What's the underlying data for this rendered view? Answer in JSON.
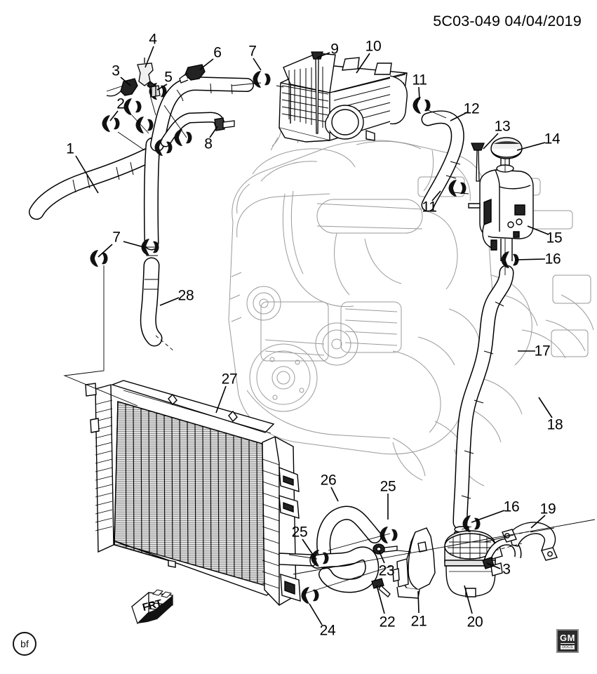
{
  "sheet": {
    "drawing_id": "5C03-049  04/04/2019",
    "revision_mark": "bf",
    "orientation_label": "FRT",
    "logo": {
      "brand": "GM",
      "sub": "DOCS"
    }
  },
  "callouts": [
    {
      "label": "1",
      "part": "radiator-inlet-hose"
    },
    {
      "label": "2",
      "part": "hose-clamp"
    },
    {
      "label": "3",
      "part": "retainer-clip"
    },
    {
      "label": "4",
      "part": "coolant-bleed-fitting"
    },
    {
      "label": "5",
      "part": "hose-clip"
    },
    {
      "label": "6",
      "part": "hose-bracket"
    },
    {
      "label": "7",
      "part": "hose-clamp"
    },
    {
      "label": "8",
      "part": "quick-connect-fitting"
    },
    {
      "label": "9",
      "part": "bolt"
    },
    {
      "label": "10",
      "part": "charge-air-cooler"
    },
    {
      "label": "11",
      "part": "hose-clamp"
    },
    {
      "label": "12",
      "part": "coolant-hose"
    },
    {
      "label": "13",
      "part": "bolt"
    },
    {
      "label": "14",
      "part": "surge-tank-cap"
    },
    {
      "label": "11",
      "part": "hose-clamp"
    },
    {
      "label": "15",
      "part": "coolant-surge-tank"
    },
    {
      "label": "16",
      "part": "hose-clamp"
    },
    {
      "label": "17",
      "part": "radiator-outlet-hose"
    },
    {
      "label": "18",
      "part": "coolant-sensor"
    },
    {
      "label": "7",
      "part": "hose-clamp"
    },
    {
      "label": "28",
      "part": "vent-hose"
    },
    {
      "label": "27",
      "part": "radiator"
    },
    {
      "label": "26",
      "part": "coolant-hose"
    },
    {
      "label": "25",
      "part": "hose-clamp"
    },
    {
      "label": "16",
      "part": "hose-clamp"
    },
    {
      "label": "19",
      "part": "pump-bracket"
    },
    {
      "label": "25",
      "part": "hose-clamp"
    },
    {
      "label": "3",
      "part": "retainer-clip"
    },
    {
      "label": "23",
      "part": "bolt"
    },
    {
      "label": "22",
      "part": "bolt"
    },
    {
      "label": "21",
      "part": "pump-mounting-bracket"
    },
    {
      "label": "20",
      "part": "auxiliary-coolant-pump"
    },
    {
      "label": "24",
      "part": "hose-clamp"
    }
  ],
  "colors": {
    "line": "#000000",
    "phantom": "#9a9a9a",
    "fin": "#6e6e6e",
    "background": "#ffffff"
  }
}
